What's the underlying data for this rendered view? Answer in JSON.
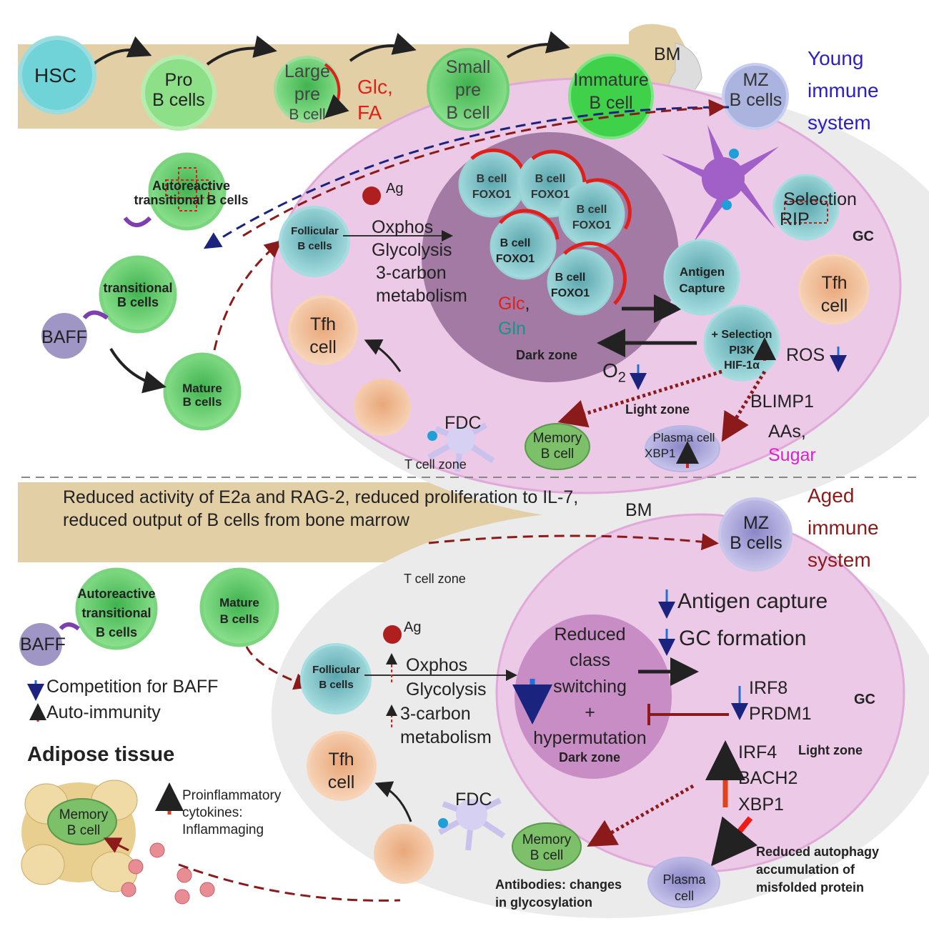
{
  "young": {
    "title": "Young immune system",
    "title_lines": [
      "Young",
      "immune",
      "system"
    ],
    "bm": "BM",
    "hsc": "HSC",
    "pro_b": [
      "Pro",
      "B cells"
    ],
    "large_pre_b": [
      "Large",
      "pre",
      "B cell"
    ],
    "small_pre_b": [
      "Small",
      "pre",
      "B cell"
    ],
    "immature_b": [
      "Immature",
      "B cell"
    ],
    "glc_fa": [
      "Glc,",
      "FA"
    ],
    "mz_b": [
      "MZ",
      "B cells"
    ],
    "autoreactive": [
      "Autoreactive",
      "transitional B cells"
    ],
    "transitional": [
      "transitional",
      "B cells"
    ],
    "baff": "BAFF",
    "mature_b": [
      "Mature",
      "B cells"
    ],
    "follicular_b": [
      "Follicular",
      "B cells"
    ],
    "ag": "Ag",
    "metabolism": [
      "Oxphos",
      "Glycolysis",
      "3-carbon",
      "metabolism"
    ],
    "tfh": [
      "Tfh",
      "cell"
    ],
    "b_cell_foxo1": [
      "B cell",
      "FOXO1"
    ],
    "glc": "Glc",
    "comma": ",",
    "gln": "Gln",
    "dark_zone": "Dark zone",
    "selection_rip": [
      "Selection",
      "RIP"
    ],
    "gc": "GC",
    "antigen_capture": [
      "Antigen",
      "Capture"
    ],
    "plus_selection": [
      "+ Selection",
      "PI3K",
      "HIF-1α"
    ],
    "ros": "ROS",
    "o2": "O",
    "o2_sub": "2",
    "light_zone": "Light zone",
    "blimp1": "BLIMP1",
    "aas": "AAs,",
    "sugar": "Sugar",
    "fdc": "FDC",
    "t_cell_zone": "T cell zone",
    "memory_b": [
      "Memory",
      "B cell"
    ],
    "plasma": [
      "Plasma cell",
      "XBP1"
    ]
  },
  "aged": {
    "title_lines": [
      "Aged",
      "immune",
      "system"
    ],
    "bm_note": [
      "Reduced activity of E2a and RAG-2, reduced proliferation to IL-7,",
      "reduced output of B cells from bone marrow"
    ],
    "bm": "BM",
    "mz_b": [
      "MZ",
      "B cells"
    ],
    "autoreactive": [
      "Autoreactive",
      "transitional",
      "B cells"
    ],
    "baff": "BAFF",
    "mature_b": [
      "Mature",
      "B cells"
    ],
    "t_cell_zone": "T cell zone",
    "competition": "Competition for BAFF",
    "autoimmunity": "Auto-immunity",
    "follicular_b": [
      "Follicular",
      "B cells"
    ],
    "ag": "Ag",
    "metabolism": [
      "Oxphos",
      "Glycolysis",
      "3-carbon",
      "metabolism"
    ],
    "reduced_switching": [
      "Reduced",
      "class",
      "switching",
      "+",
      "hypermutation"
    ],
    "dark_zone": "Dark zone",
    "antigen_capture": "Antigen capture",
    "gc_formation": "GC formation",
    "irf8_prdm1": [
      "IRF8",
      "PRDM1"
    ],
    "gc": "GC",
    "irf4_group": [
      "IRF4",
      "BACH2",
      "XBP1"
    ],
    "light_zone": "Light zone",
    "adipose": "Adipose tissue",
    "proinflammatory": [
      "Proinflammatory",
      "cytokines:",
      "Inflammaging"
    ],
    "memory_b": [
      "Memory",
      "B cell"
    ],
    "tfh": [
      "Tfh",
      "cell"
    ],
    "fdc": "FDC",
    "antibodies": [
      "Antibodies: changes",
      "in glycosylation"
    ],
    "plasma": [
      "Plasma",
      "cell"
    ],
    "autophagy": [
      "Reduced autophagy",
      "accumulation of",
      "misfolded protein"
    ]
  },
  "colors": {
    "young_title": "#2a1fc9",
    "aged_title": "#8b1a1a",
    "glc": "#e0201b",
    "gln": "#18948a",
    "sugar": "#e020d0",
    "bone": "#e3cfa6",
    "gc_pink": "#ecc9e6",
    "dark_zone": "#a27aa3"
  }
}
